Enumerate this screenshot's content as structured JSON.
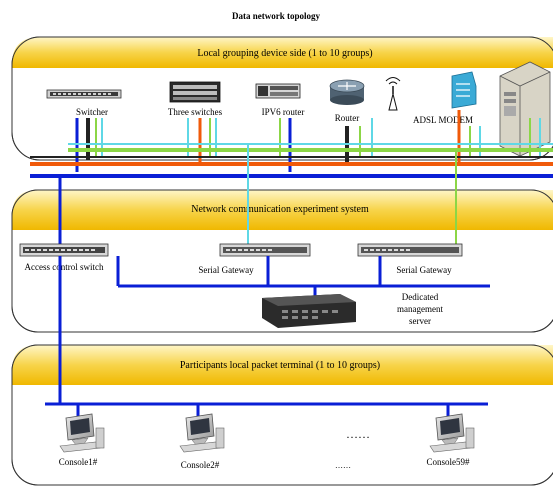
{
  "title": "Data network topology",
  "zones": {
    "top": {
      "label": "Local grouping device side (1 to 10 groups)"
    },
    "middle": {
      "label": "Network communication experiment system"
    },
    "bottom": {
      "label": "Participants local packet terminal (1 to 10 groups)"
    }
  },
  "top_devices": {
    "switcher": "Switcher",
    "three_switches": "Three switches",
    "ipv6_router": "IPV6 router",
    "router": "Router",
    "adsl_modem": "ADSL MODEM"
  },
  "middle_devices": {
    "access_switch": "Access control switch",
    "serial_gateway_1": "Serial Gateway",
    "serial_gateway_2": "Serial Gateway",
    "mgmt_server_line1": "Dedicated",
    "mgmt_server_line2": "management",
    "mgmt_server_line3": "server"
  },
  "consoles": {
    "c1": "Console1#",
    "c2": "Console2#",
    "c59": "Console59#",
    "ellipsis_big": "……",
    "ellipsis_small": "……"
  },
  "colors": {
    "band_gold": "#f5c518",
    "band_light": "#fdf0b0",
    "blue": "#0a1fd6",
    "orange": "#f05a0a",
    "green": "#8cd646",
    "cyan": "#5fd8e6",
    "black": "#222222"
  }
}
